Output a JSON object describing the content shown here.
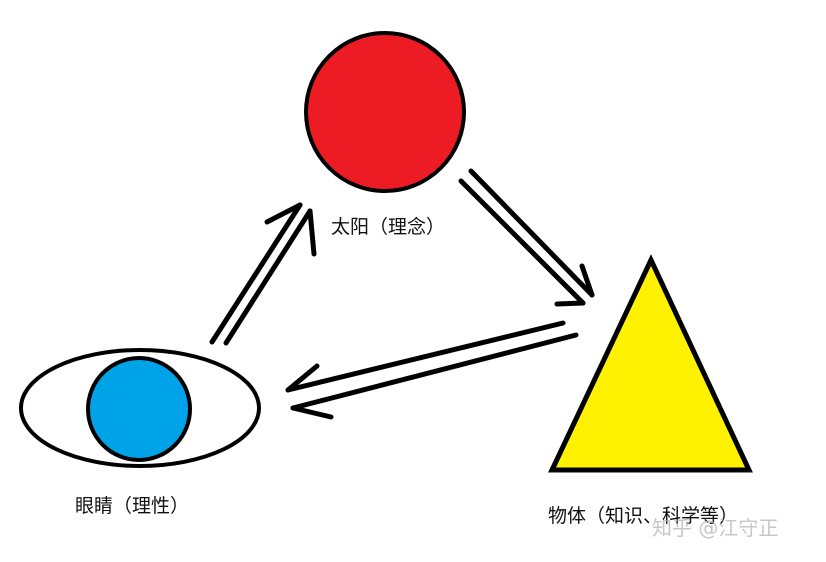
{
  "diagram": {
    "nodes": [
      {
        "id": "sun",
        "shape": "circle",
        "label": "太阳（理念）",
        "fill": "#ED1C24"
      },
      {
        "id": "eye",
        "shape": "eye",
        "label": "眼睛（理性）",
        "fill": "#00A2E8"
      },
      {
        "id": "object",
        "shape": "triangle",
        "label": "物体（知识、科学等）",
        "fill": "#FFF200"
      }
    ],
    "edges": [
      {
        "from": "eye",
        "to": "sun",
        "style": "double-arrow"
      },
      {
        "from": "sun",
        "to": "object",
        "style": "double-arrow"
      },
      {
        "from": "object",
        "to": "eye",
        "style": "double-arrow"
      }
    ],
    "stroke_color": "#000000"
  },
  "watermark": "知乎 @江守正"
}
